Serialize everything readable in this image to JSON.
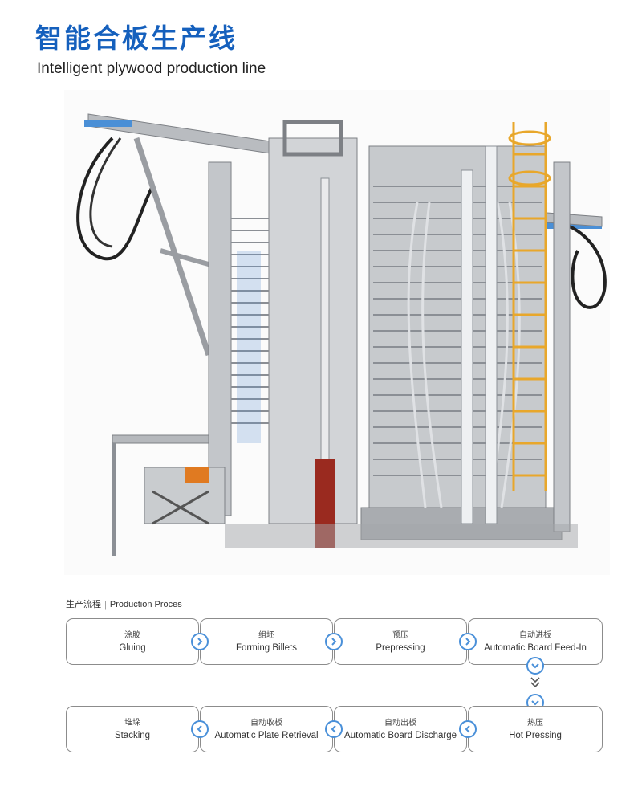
{
  "header": {
    "title_cn": "智能合板生产线",
    "title_en": "Intelligent plywood production line"
  },
  "photo": {
    "alt": "Intelligent plywood production line machine"
  },
  "process": {
    "heading_cn": "生产流程",
    "separator": "|",
    "heading_en": "Production Proces",
    "steps_row1": [
      {
        "cn": "涂胶",
        "en": "Gluing"
      },
      {
        "cn": "组坯",
        "en": "Forming Billets"
      },
      {
        "cn": "预压",
        "en": "Prepressing"
      },
      {
        "cn": "自动进板",
        "en": "Automatic Board Feed-In"
      }
    ],
    "steps_row2": [
      {
        "cn": "堆垛",
        "en": "Stacking"
      },
      {
        "cn": "自动收板",
        "en": "Automatic Plate Retrieval"
      },
      {
        "cn": "自动出板",
        "en": "Automatic Board Discharge"
      },
      {
        "cn": "热压",
        "en": "Hot Pressing"
      }
    ]
  },
  "colors": {
    "title_blue": "#1560bd",
    "arrow_blue": "#4a90d9",
    "border_gray": "#8c8c8c"
  }
}
